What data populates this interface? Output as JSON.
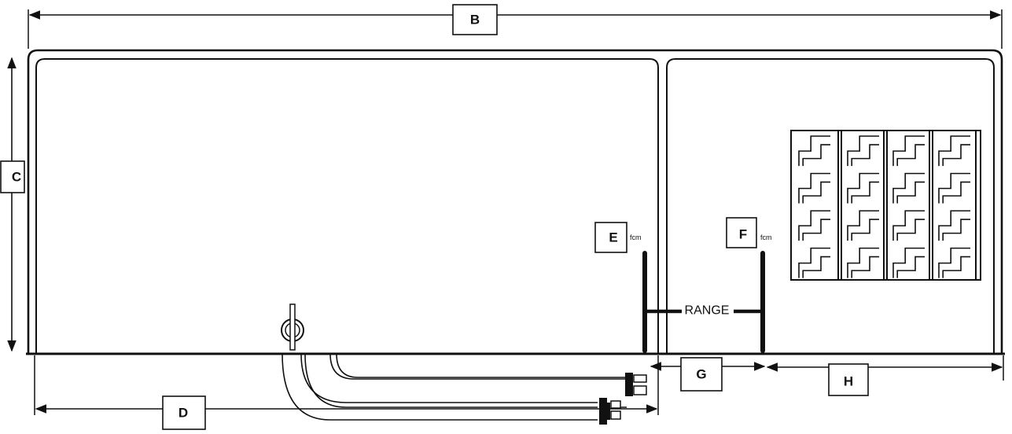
{
  "labels": {
    "B": "B",
    "C": "C",
    "D": "D",
    "E": "E",
    "F": "F",
    "G": "G",
    "H": "H"
  },
  "marker_E_unit": "fcm",
  "marker_F_unit": "fcm",
  "range_label": "RANGE",
  "icons": {
    "heating_element": "zigzag-grid-icon",
    "ignition_valve": "valve-icon",
    "hose_connectors": "hose-connector-icon"
  }
}
